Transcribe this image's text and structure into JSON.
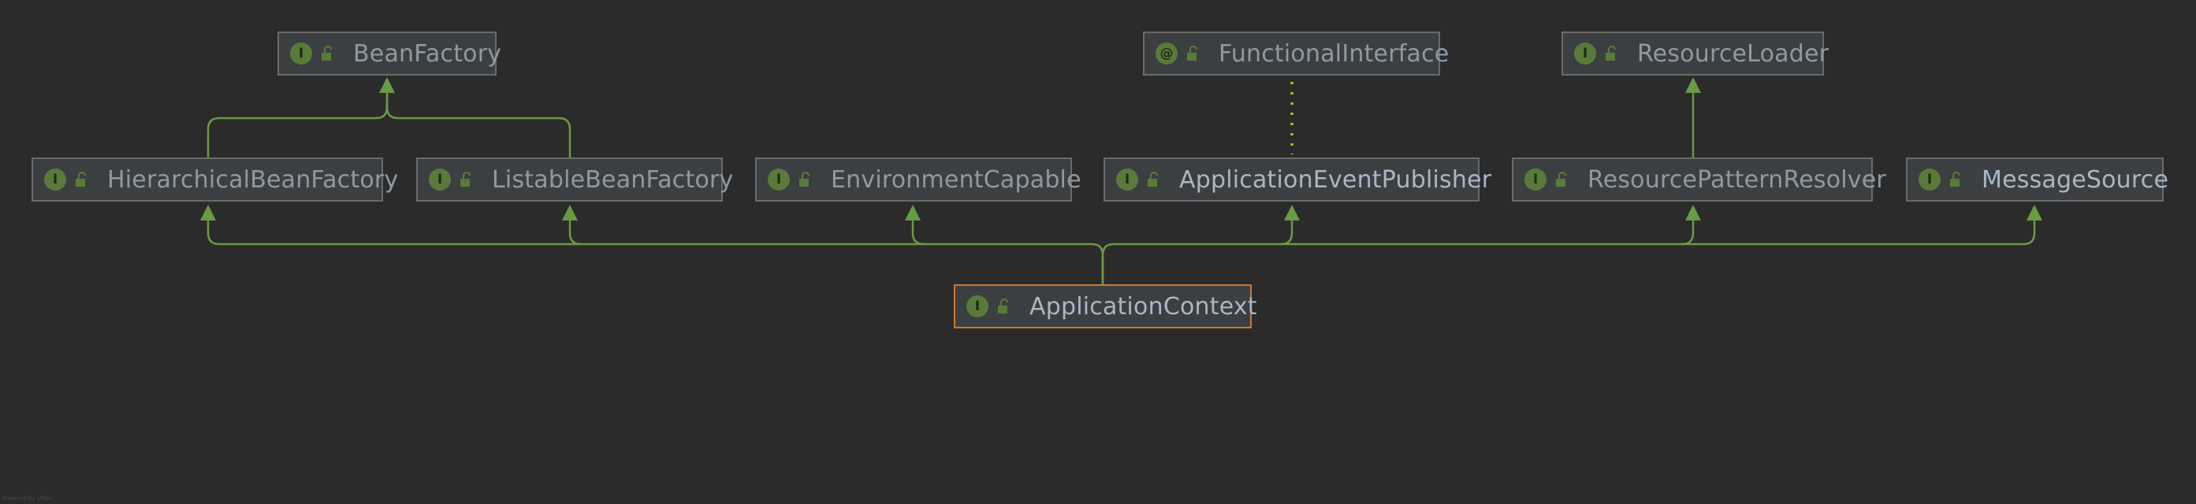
{
  "diagram": {
    "nodes": [
      {
        "id": "bean-factory",
        "label": "BeanFactory",
        "kind": "I"
      },
      {
        "id": "functional-interface",
        "label": "FunctionalInterface",
        "kind": "@"
      },
      {
        "id": "resource-loader",
        "label": "ResourceLoader",
        "kind": "I"
      },
      {
        "id": "hierarchical-bean-factory",
        "label": "HierarchicalBeanFactory",
        "kind": "I"
      },
      {
        "id": "listable-bean-factory",
        "label": "ListableBeanFactory",
        "kind": "I"
      },
      {
        "id": "environment-capable",
        "label": "EnvironmentCapable",
        "kind": "I"
      },
      {
        "id": "application-event-publisher",
        "label": "ApplicationEventPublisher",
        "kind": "I"
      },
      {
        "id": "resource-pattern-resolver",
        "label": "ResourcePatternResolver",
        "kind": "I"
      },
      {
        "id": "message-source",
        "label": "MessageSource",
        "kind": "I"
      },
      {
        "id": "application-context",
        "label": "ApplicationContext",
        "kind": "I",
        "selected": true
      }
    ],
    "edges": [
      {
        "from": "hierarchical-bean-factory",
        "to": "bean-factory",
        "type": "extends"
      },
      {
        "from": "listable-bean-factory",
        "to": "bean-factory",
        "type": "extends"
      },
      {
        "from": "resource-pattern-resolver",
        "to": "resource-loader",
        "type": "extends"
      },
      {
        "from": "application-event-publisher",
        "to": "functional-interface",
        "type": "annotated"
      },
      {
        "from": "application-context",
        "to": "hierarchical-bean-factory",
        "type": "extends"
      },
      {
        "from": "application-context",
        "to": "listable-bean-factory",
        "type": "extends"
      },
      {
        "from": "application-context",
        "to": "environment-capable",
        "type": "extends"
      },
      {
        "from": "application-context",
        "to": "application-event-publisher",
        "type": "extends"
      },
      {
        "from": "application-context",
        "to": "resource-pattern-resolver",
        "type": "extends"
      },
      {
        "from": "application-context",
        "to": "message-source",
        "type": "extends"
      }
    ],
    "colors": {
      "background": "#2b2b2b",
      "edge": "#6a9a44",
      "annotation_edge": "#b5c400",
      "node_border": "#6b6b6b",
      "selected_border": "#cc7832",
      "icon": "#5a7a3a"
    },
    "watermark": "Powered by yFiles"
  }
}
